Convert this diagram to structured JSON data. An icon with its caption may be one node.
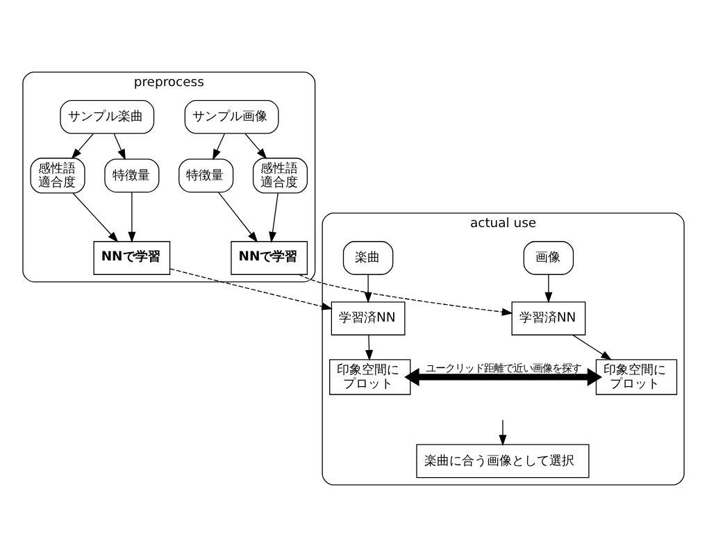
{
  "diagram": {
    "nodes": [
      {
        "text": [
          "preprocess"
        ]
      },
      {
        "text": [
          "サンプル楽曲"
        ],
        "in": 0
      },
      {
        "text": [
          "感性語適合度"
        ],
        "in": 0
      },
      {
        "text": [
          "特徴量"
        ],
        "in": 0
      },
      {
        "text": [
          "NNで学習"
        ],
        "in": 0
      },
      {
        "text": [
          "サンプル画像"
        ],
        "in": 0
      },
      {
        "text": [
          "特徴量"
        ],
        "in": 0
      },
      {
        "text": [
          "感性語適合度"
        ],
        "in": 0
      },
      {
        "text": [
          "NNで学習"
        ],
        "in": 0
      },
      {
        "text": [
          "actual use"
        ]
      },
      {
        "text": [
          "楽曲"
        ],
        "in": 9
      },
      {
        "text": [
          "学習済NN"
        ],
        "in": 9
      },
      {
        "text": [
          "画像"
        ],
        "in": 9
      },
      {
        "text": [
          "学習済NN"
        ],
        "in": 9
      },
      {
        "text": [
          "印象空間にプロット"
        ],
        "in": 9
      },
      {
        "text": [
          "印象空間にプロット"
        ],
        "in": 9
      },
      {
        "text": [
          "楽曲に合う画像として選択"
        ],
        "in": 9
      }
    ],
    "edges": [
      {
        "from": 1,
        "to": 2,
        "arrow": "to"
      },
      {
        "from": 1,
        "to": 3,
        "arrow": "to"
      },
      {
        "from": 2,
        "to": 4,
        "arrow": "to"
      },
      {
        "from": 3,
        "to": 4,
        "arrow": "to"
      },
      {
        "from": 5,
        "to": 6,
        "arrow": "to"
      },
      {
        "from": 5,
        "to": 7,
        "arrow": "to"
      },
      {
        "from": 6,
        "to": 8,
        "arrow": "to"
      },
      {
        "from": 7,
        "to": 8,
        "arrow": "to"
      },
      {
        "from": 4,
        "to": 11,
        "arrow": "to",
        "style": "dashed"
      },
      {
        "from": 8,
        "to": 13,
        "arrow": "to",
        "style": "dashed"
      },
      {
        "from": 10,
        "to": 11,
        "arrow": "to"
      },
      {
        "from": 12,
        "to": 13,
        "arrow": "to"
      },
      {
        "from": 11,
        "to": 14,
        "arrow": "to"
      },
      {
        "from": 13,
        "to": 15,
        "arrow": "to"
      },
      {
        "from": 14,
        "to": 15,
        "arrow": "both",
        "style": "thick",
        "label": "ユークリッド距離で近い画像を探す"
      },
      {
        "from": null,
        "to": 16,
        "arrow": "to"
      }
    ]
  }
}
